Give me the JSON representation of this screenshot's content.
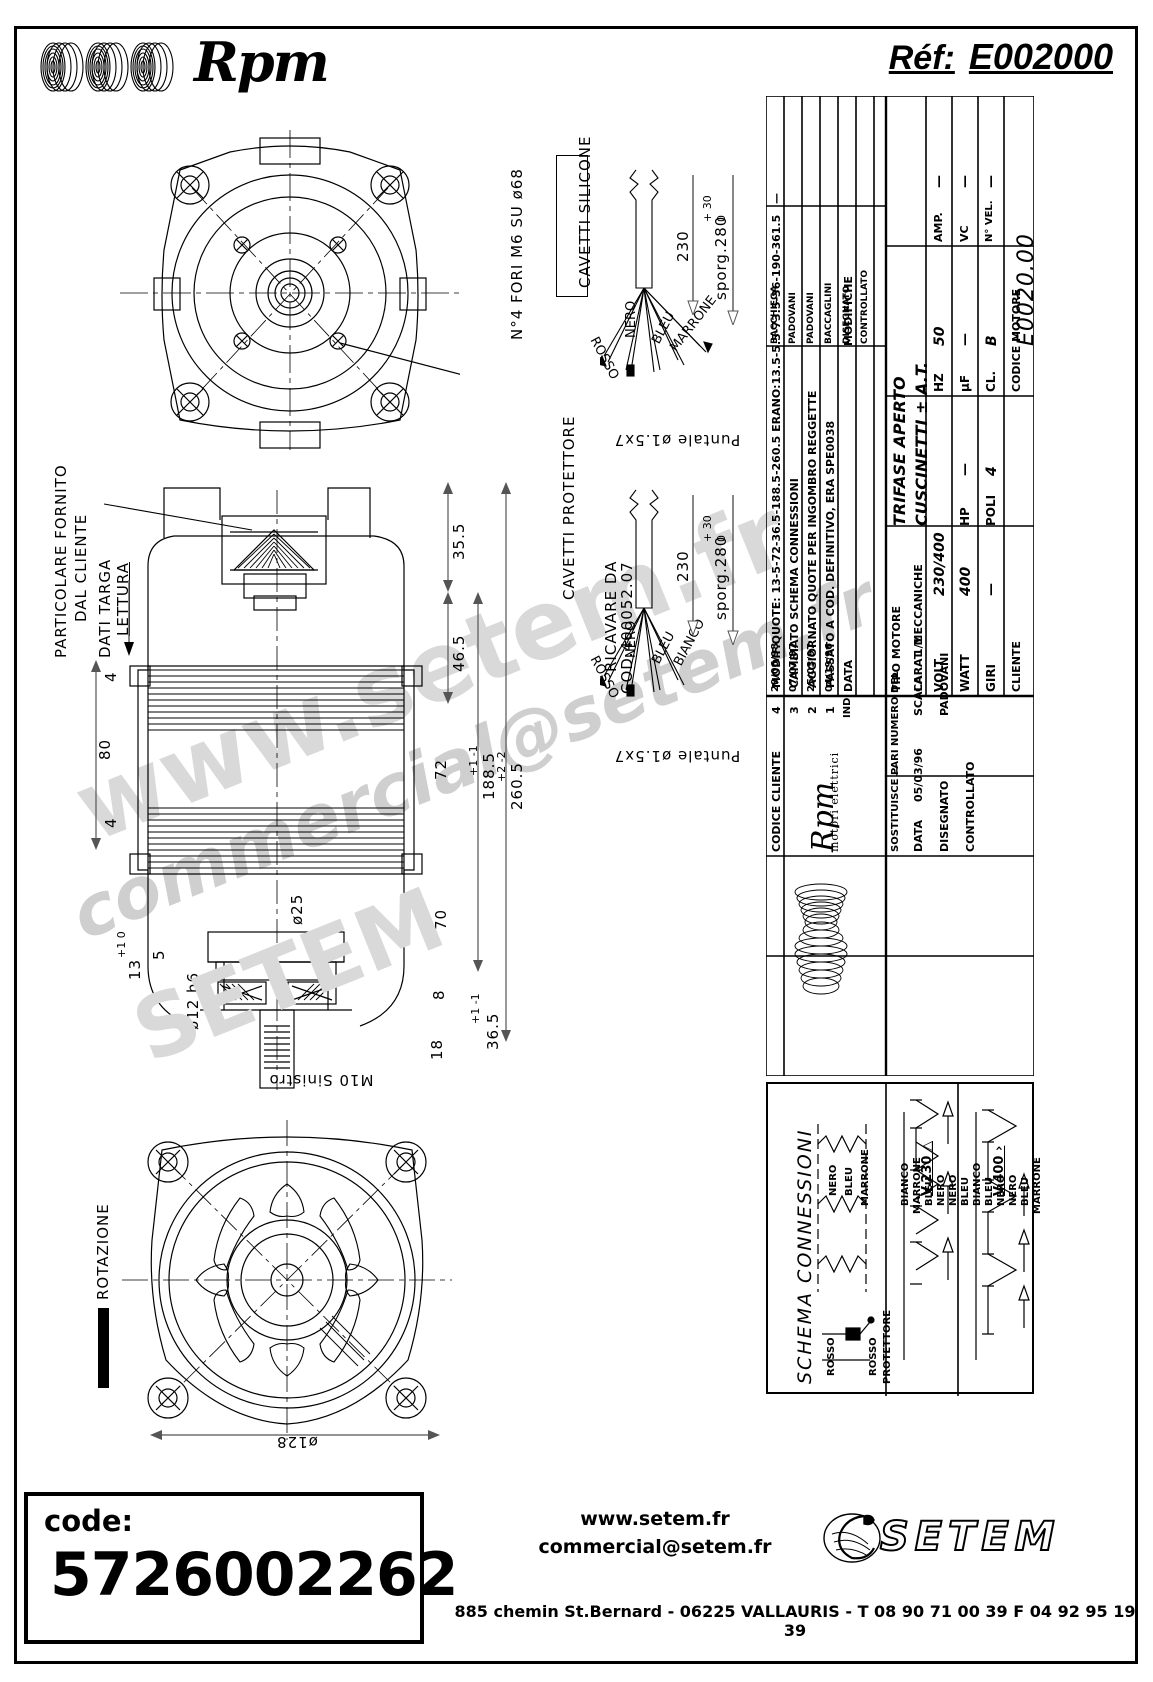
{
  "header": {
    "logo_text": "Rpm",
    "ref_label": "Réf:",
    "ref_value": "E002000"
  },
  "footer": {
    "code_label": "code:",
    "code_value": "5726002262",
    "website": "www.setem.fr",
    "email": "commercial@setem.fr",
    "brand": "SETEM",
    "address": "885 chemin St.Bernard  -  06225 VALLAURIS  -  T 08 90 71 00 39   F 04 92 95 19 39"
  },
  "watermark": {
    "line1": "www.setem.fr",
    "line2": "SETEM",
    "line3": "commercial@setem.fr"
  },
  "drawing_notes": {
    "holes_note": "N°4 FORI M6 SU ø68",
    "cavetti_silicone": "CAVETTI SILICONE",
    "cavetti_protettore": "CAVETTI PROTETTORE",
    "ricavare_da": "RICAVARE DA",
    "ricavare_cod": "COD.400052.07",
    "particolare_fornito": "PARTICOLARE FORNITO",
    "dal_cliente": "DAL CLIENTE",
    "dati_targa": "DATI TARGA",
    "lettura": "LETTURA",
    "rotazione": "ROTAZIONE",
    "puntale": "Puntale ø1.5x7",
    "lead_length": "230",
    "sporgenza": "sporg.280",
    "sporg_tol_up": "+ 30",
    "sporg_tol_dn": "0",
    "shaft_thread": "M10 Sinistro",
    "flange_dia": "ø128"
  },
  "wire_colors": {
    "rosso": "ROSSO",
    "nero": "NERO",
    "bleu": "BLEU",
    "marrone": "MARRONE",
    "bianco": "BIANCO"
  },
  "dimensions": {
    "d_35_5": "35.5",
    "d_46_5": "46.5",
    "d_72": "72",
    "d_70": "70",
    "d_80": "80",
    "d_8": "8",
    "d_18": "18",
    "d_4a": "4",
    "d_4b": "4",
    "d_5": "5",
    "d_188_5": "188.5",
    "d_188_5_tol": "+1 -1",
    "d_260_5": "260.5",
    "d_260_5_tol": "+2 -2",
    "d_36_5": "36.5",
    "d_36_5_tol": "+1 -1",
    "d_13": "13",
    "d_13_tol": "+1 0",
    "d_25": "ø25",
    "d_12": "ø12 h6"
  },
  "titleblock": {
    "modifiche_header": "MODIFICHE",
    "ind_label": "IND",
    "data_label": "DATA",
    "revisions": [
      {
        "ind": "4",
        "date": "29/06/98",
        "text": "MODIF.QUOTE: 13-5-72-36.5-188.5-260.5  ERANO:13.5-5.5-73.5-36-190-361.5",
        "drawn": "BACCHIEGA"
      },
      {
        "ind": "3",
        "date": "07/07/97",
        "text": "CAMBIATO SCHEMA CONNESSIONI",
        "drawn": "PADOVANI"
      },
      {
        "ind": "2",
        "date": "25/03/97",
        "text": "AGGIORNATO QUOTE PER INGOMBRO REGGETTE",
        "drawn": "PADOVANI"
      },
      {
        "ind": "1",
        "date": "04/19/96",
        "text": "PASSATO A COD. DEFINITIVO, ERA SPE0038",
        "drawn": "BACCAGLINI"
      }
    ],
    "col_disegnato": "DISEGNATO",
    "col_controllato": "CONTROLLATO",
    "tipo_motore_label": "TIPO MOTORE",
    "tipo_motore_value": "TRIFASE APERTO",
    "carat_label": "CARAT. MECCANICHE",
    "carat_value": "CUSCINETTI ± A.T.",
    "rows": [
      {
        "label": "VOLT",
        "value": "230/400",
        "label2": "HZ",
        "value2": "50",
        "label3": "AMP.",
        "value3": "—"
      },
      {
        "label": "WATT",
        "value": "400",
        "label2": "HP",
        "value2": "—",
        "label3": "µF",
        "value3": "—",
        "label4": "VC",
        "value4": "—"
      },
      {
        "label": "GIRI",
        "value": "—",
        "label2": "POLI",
        "value2": "4",
        "label3": "CL.",
        "value3": "B",
        "label4": "N° VEL.",
        "value4": "—"
      }
    ],
    "volt_label": "VOLT",
    "volt_value": "230/400",
    "watt_label": "WATT",
    "watt_value": "400",
    "giri_label": "GIRI",
    "giri_value": "—",
    "hp_label": "HP",
    "hp_value": "—",
    "poli_label": "POLI",
    "poli_value": "4",
    "hz_label": "HZ",
    "hz_value": "50",
    "uf_label": "µF",
    "uf_value": "—",
    "cl_label": "CL.",
    "cl_value": "B",
    "amp_label": "AMP.",
    "amp_value": "—",
    "vc_label": "VC",
    "vc_value": "—",
    "nvel_label": "N° VEL.",
    "nvel_value": "—",
    "cliente_label": "CLIENTE",
    "codice_cliente_label": "CODICE CLIENTE",
    "codice_motore_label": "CODICE MOTORE",
    "codice_motore_value": "E0020.00",
    "brand_name": "Rpm",
    "brand_sub": "motori elettrici",
    "sostituisce_label": "SOSTITUISCE PARI NUMERO DEL",
    "sostituisce_value": "—",
    "data_label2": "DATA",
    "data_value": "05/03/96",
    "scala_label": "SCALA",
    "scala_value": "1/1",
    "disegnato_label": "DISEGNATO",
    "disegnato_value": "PADOVANI",
    "controllato_label": "CONTROLLATO",
    "controllato_value": ""
  },
  "schema": {
    "title": "SCHEMA CONNESSIONI",
    "y_label": "V.400 \\u24af",
    "delta_label": "V.230 \\u25b3",
    "star_title": "V.400",
    "star_symbol": "Y",
    "delta_title": "V.230",
    "delta_symbol": "\\u25b3",
    "star_wires": [
      "BIANCO",
      "BLEU",
      "NERO",
      "NERO",
      "BLEU",
      "MARRONE"
    ],
    "delta_wires": [
      "BIANCO",
      "MARRONE",
      "BLEU",
      "NERO",
      "NERO",
      "BLEU"
    ],
    "coil_wires": [
      "NERO",
      "BLEU",
      "MARRONE"
    ],
    "protector_label": "PROTETTORE",
    "protector_wire_a": "ROSSO",
    "protector_wire_b": "ROSSO"
  }
}
